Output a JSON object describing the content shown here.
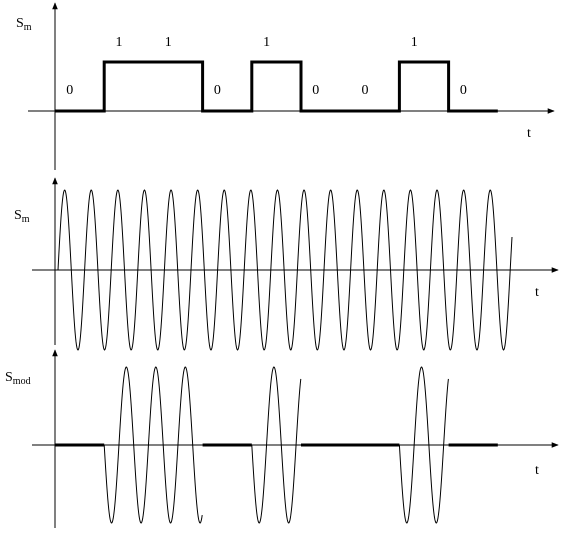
{
  "panels": [
    {
      "id": "message",
      "y_label": "S",
      "y_label_sub": "m",
      "x_label": "t",
      "bits": [
        "0",
        "1",
        "1",
        "0",
        "1",
        "0",
        "0",
        "1",
        "0"
      ]
    },
    {
      "id": "carrier",
      "y_label": "S",
      "y_label_sub": "m",
      "x_label": "t"
    },
    {
      "id": "modulated",
      "y_label": "S",
      "y_label_sub": "mod",
      "x_label": "t"
    }
  ]
}
